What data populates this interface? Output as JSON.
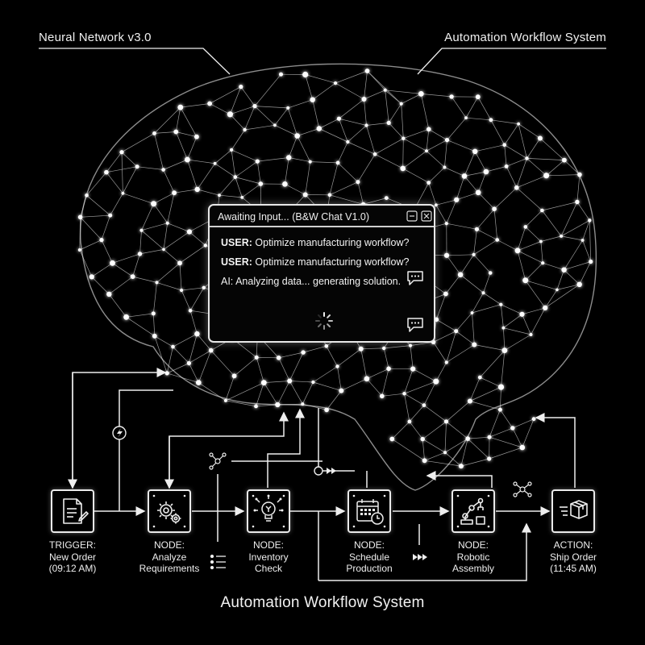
{
  "header": {
    "left_title": "Neural Network v3.0",
    "right_title": "Automation Workflow System"
  },
  "chat": {
    "title": "Awaiting Input... (B&W Chat V1.0)",
    "messages": [
      {
        "speaker": "USER:",
        "text": "Optimize manufacturing workflow?"
      },
      {
        "speaker": "USER:",
        "text": "Optimize manufacturing workflow?"
      },
      {
        "speaker": "AI:",
        "text": "Analyzing data... generating solution."
      }
    ],
    "controls": [
      "minimize-icon",
      "close-icon"
    ],
    "status": "loading"
  },
  "workflow": {
    "nodes": [
      {
        "icon": "document-pen-icon",
        "line1": "TRIGGER:",
        "line2": "New Order",
        "line3": "(09:12 AM)"
      },
      {
        "icon": "gears-icon",
        "line1": "NODE:",
        "line2": "Analyze",
        "line3": "Requirements"
      },
      {
        "icon": "lightbulb-network-icon",
        "line1": "NODE:",
        "line2": "Inventory",
        "line3": "Check"
      },
      {
        "icon": "calendar-clock-icon",
        "line1": "NODE:",
        "line2": "Schedule",
        "line3": "Production"
      },
      {
        "icon": "robot-arm-icon",
        "line1": "NODE:",
        "line2": "Robotic",
        "line3": "Assembly"
      },
      {
        "icon": "box-ship-icon",
        "line1": "ACTION:",
        "line2": "Ship Order",
        "line3": "(11:45 AM)"
      }
    ]
  },
  "footer": {
    "title": "Automation Workflow System"
  },
  "colors": {
    "background": "#000000",
    "foreground": "#ffffff"
  }
}
